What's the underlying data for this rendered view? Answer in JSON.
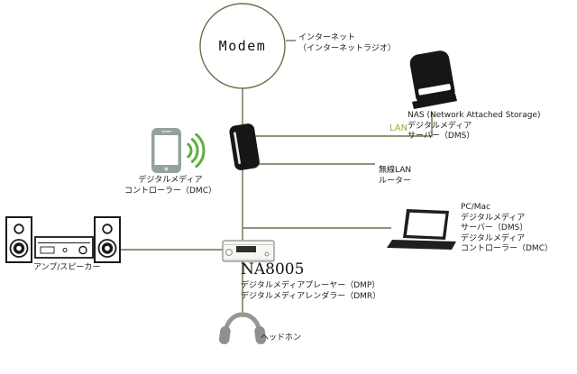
{
  "colors": {
    "line": "#6E6E49",
    "lan_text": "#A3A23A",
    "wifi_wave": "#5FAE3E",
    "device_dark": "#161616",
    "headphone_gray": "#979797"
  },
  "nodes": {
    "modem": {
      "label": "Modem",
      "note": "インターネット\n（インターネットラジオ）"
    },
    "nas": {
      "label": "NAS (Network Attached Storage)\nデジタルメディア\nサーバー（DMS）"
    },
    "lan": {
      "label": "LAN"
    },
    "router": {
      "label": "無線LAN\nルーター"
    },
    "smartphone": {
      "label": "デジタルメディア\nコントローラー（DMC）"
    },
    "pc": {
      "label": "PC/Mac\nデジタルメディア\nサーバー（DMS）\nデジタルメディア\nコントローラー（DMC）"
    },
    "amp": {
      "label": "アンプ/スピーカー"
    },
    "player": {
      "model": "NA8005",
      "desc": "デジタルメディアプレーヤー（DMP）\nデジタルメディアレンダラー（DMR）"
    },
    "headphones": {
      "label": "ヘッドホン"
    }
  }
}
